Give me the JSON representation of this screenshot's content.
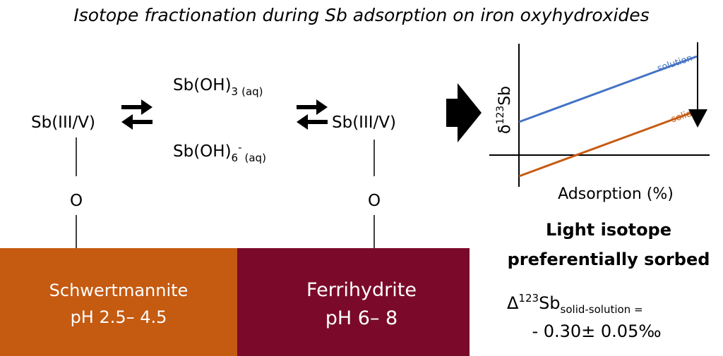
{
  "title": "Isotope fractionation during Sb adsorption on iron oxyhydroxides",
  "species": {
    "left_surface": "Sb(III/V)",
    "right_surface": "Sb(III/V)",
    "sbOH3": {
      "base": "Sb(OH)",
      "sub": "3",
      "phase": "(aq)"
    },
    "sbOH6": {
      "base": "Sb(OH)",
      "sub": "6",
      "charge": "-",
      "phase": "(aq)"
    },
    "oxygen_left": "O",
    "oxygen_right": "O"
  },
  "minerals": [
    {
      "name": "Schwertmannite",
      "ph": "pH 2.5–  4.5",
      "color": "#c55a11"
    },
    {
      "name": "Ferrihydrite",
      "ph": "pH 6–  8",
      "color": "#7b0a2a"
    }
  ],
  "graph": {
    "ylabel_symbol": "δ",
    "ylabel_mass": "123",
    "ylabel_element": "Sb",
    "xlabel": "Adsorption (%)",
    "series": [
      {
        "name": "solution",
        "color": "#4472c4"
      },
      {
        "name": "solid",
        "color": "#c55a11"
      }
    ]
  },
  "conclusion": {
    "line1": "Light isotope",
    "line2": "preferentially sorbed",
    "delta_symbol": "Δ",
    "delta_mass": "123",
    "delta_element": "Sb",
    "delta_sub": "solid-solution",
    "equals": " =",
    "value": "- 0.30±  0.05‰"
  }
}
